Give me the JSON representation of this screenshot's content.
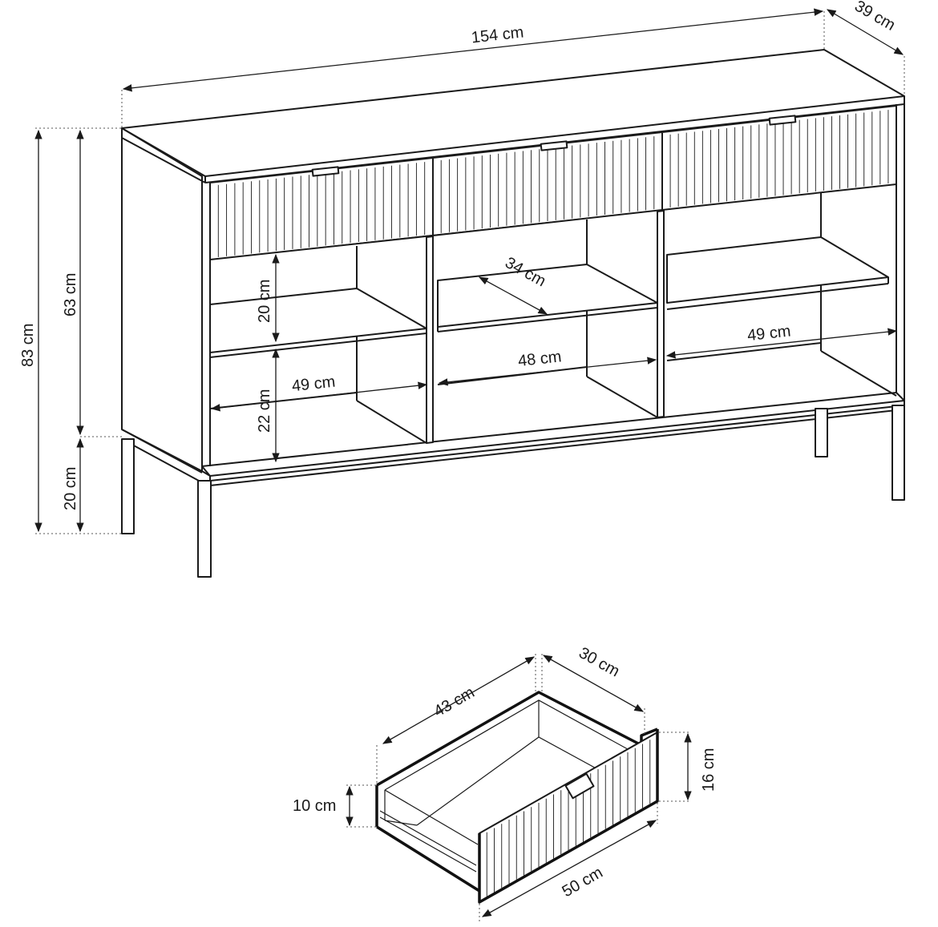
{
  "dimensions": {
    "overall_width": "154 cm",
    "depth": "39 cm",
    "overall_height": "83 cm",
    "body_height": "63 cm",
    "leg_height": "20 cm",
    "upper_shelf_gap": "20 cm",
    "lower_shelf_gap": "22 cm",
    "shelf_depth": "34 cm",
    "left_width": "49 cm",
    "middle_width": "48 cm",
    "right_width": "49 cm"
  },
  "drawer": {
    "length": "43 cm",
    "depth": "30 cm",
    "side_height": "10 cm",
    "front_height": "16 cm",
    "front_width": "50 cm"
  }
}
